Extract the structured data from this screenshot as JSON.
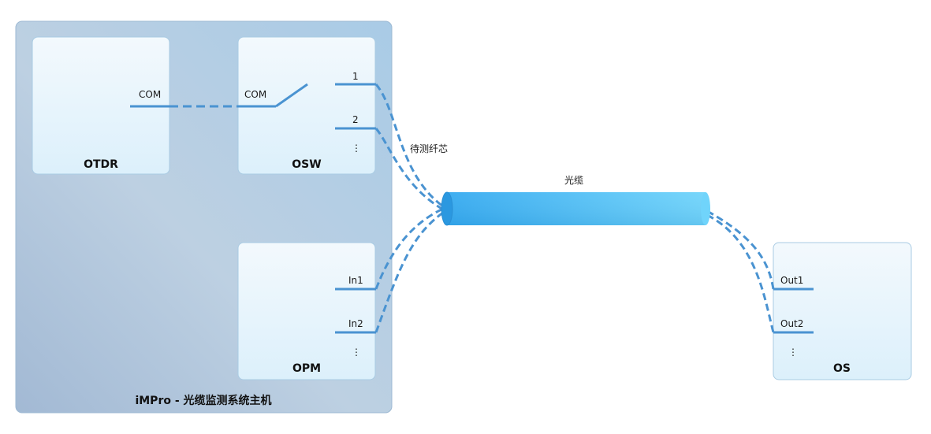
{
  "diagram": {
    "host": {
      "title": "iMPro - 光缆监测系统主机"
    },
    "otdr": {
      "title": "OTDR",
      "port": "COM"
    },
    "osw": {
      "title": "OSW",
      "com_port": "COM",
      "port1": "1",
      "port2": "2",
      "more": "⋮"
    },
    "opm": {
      "title": "OPM",
      "in1": "In1",
      "in2": "In2",
      "more": "⋮"
    },
    "os": {
      "title": "OS",
      "out1": "Out1",
      "out2": "Out2",
      "more": "⋮"
    },
    "fiber_label": "待测纤芯",
    "cable_label": "光缆"
  },
  "colors": {
    "line": "#4a93d1",
    "box_border": "#a9cbe3",
    "box_fill_top": "#f1f8fd",
    "box_fill_bottom": "#ddf0fb",
    "host_fill_start": "#a6bdd6",
    "host_fill_end": "#b8d4ea",
    "cable_start": "#35aef0",
    "cable_end": "#6fd3fb"
  }
}
